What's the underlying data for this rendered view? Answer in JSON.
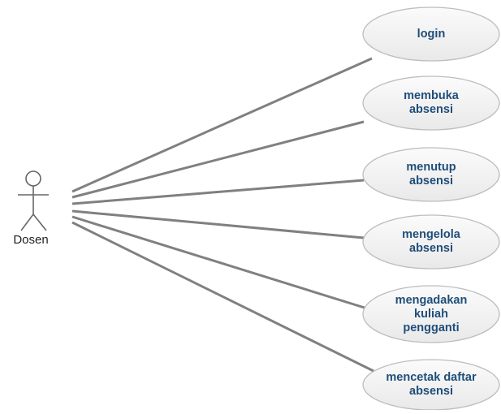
{
  "actor": {
    "name": "Dosen"
  },
  "use_cases": [
    {
      "label": "login"
    },
    {
      "label": "membuka\nabsensi"
    },
    {
      "label": "menutup\nabsensi"
    },
    {
      "label": "mengelola\nabsensi"
    },
    {
      "label": "mengadakan\nkuliah\npengganti"
    },
    {
      "label": "mencetak daftar\nabsensi"
    }
  ],
  "colors": {
    "line": "#808080",
    "ellipse_fill": "#f3f3f3",
    "ellipse_stroke": "#bdbdbd",
    "text": "#1f4e79",
    "actor_stroke": "#666666"
  }
}
